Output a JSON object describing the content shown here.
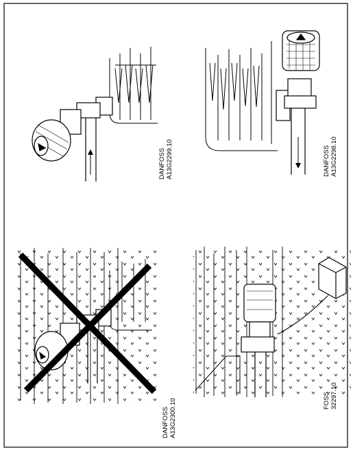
{
  "panels": [
    {
      "id": "top-right",
      "code_line1": "DANFOSS",
      "code_line2": "A13G2298.10"
    },
    {
      "id": "top-left",
      "code_line1": "DANFOSS",
      "code_line2": "A13G2299.10"
    },
    {
      "id": "bottom-right",
      "code_line1": "FOSS",
      "code_line2": "32297.10"
    },
    {
      "id": "bottom-left",
      "code_line1": "DANFOSS",
      "code_line2": "A13G2300.10"
    }
  ]
}
